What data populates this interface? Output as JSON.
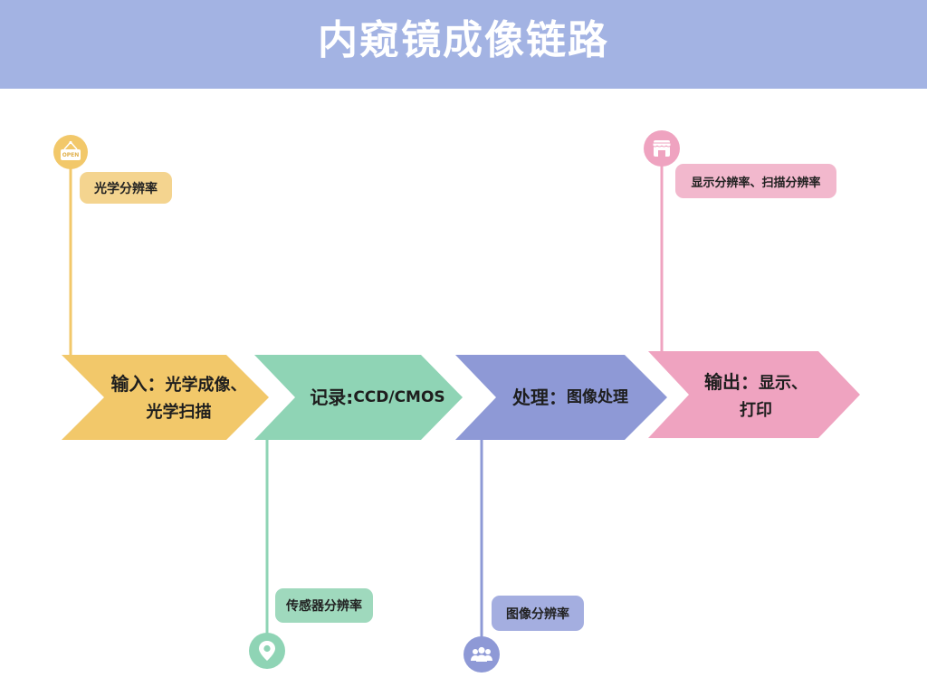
{
  "title": "内窥镜成像链路",
  "colors": {
    "header": "#a3b3e3",
    "input": "#f2c86a",
    "record": "#8fd4b5",
    "process": "#8e99d6",
    "output": "#efa3c0",
    "tag_input": "#f4d48f",
    "tag_record": "#9fd9bd",
    "tag_process": "#a4aee0",
    "tag_output": "#f2b8cd"
  },
  "stages": [
    {
      "title": "输入：",
      "line1": "光学成像、",
      "line2": "光学扫描"
    },
    {
      "title": "记录:",
      "line1": "CCD/CMOS"
    },
    {
      "title": "处理：",
      "line1": "图像处理"
    },
    {
      "title": "输出：",
      "line1": "显示、",
      "line2": "打印"
    }
  ],
  "tags": {
    "input": "光学分辨率",
    "record": "传感器分辨率",
    "process": "图像分辨率",
    "output": "显示分辨率、扫描分辨率"
  },
  "icons": {
    "input": "open-sign-icon",
    "record": "location-pin-icon",
    "process": "people-group-icon",
    "output": "store-icon"
  },
  "icon_text": {
    "open_sign": "OPEN"
  }
}
